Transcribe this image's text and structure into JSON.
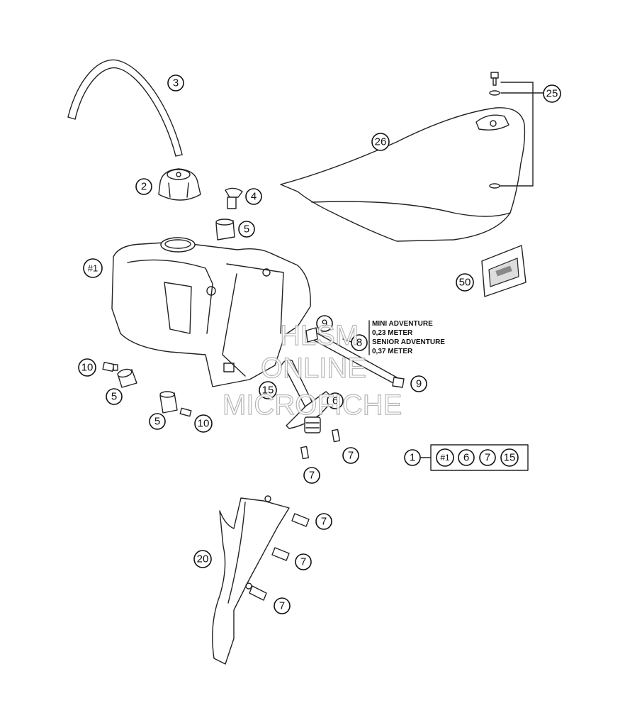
{
  "callouts": {
    "c3": "3",
    "c2": "2",
    "c4": "4",
    "c5a": "5",
    "c1": "#1",
    "c26": "26",
    "c25": "25",
    "c50": "50",
    "c9a": "9",
    "c8": "8",
    "c9b": "9",
    "c10a": "10",
    "c5b": "5",
    "c5c": "5",
    "c10b": "10",
    "c15": "15",
    "c6": "6",
    "c7a": "7",
    "c7b": "7",
    "c20": "20",
    "c7c": "7",
    "c7d": "7",
    "c7e": "7"
  },
  "hose_note": {
    "line1": "MINI ADVENTURE",
    "line2": "0,23 METER",
    "line3": "SENIOR ADVENTURE",
    "line4": "0,37 METER"
  },
  "kit": {
    "main": "1",
    "items": [
      "#1",
      "6",
      "7",
      "15"
    ]
  },
  "watermark": {
    "line1": "HLSM",
    "line2": "ONLINE",
    "line3": "MICROFICHE"
  }
}
